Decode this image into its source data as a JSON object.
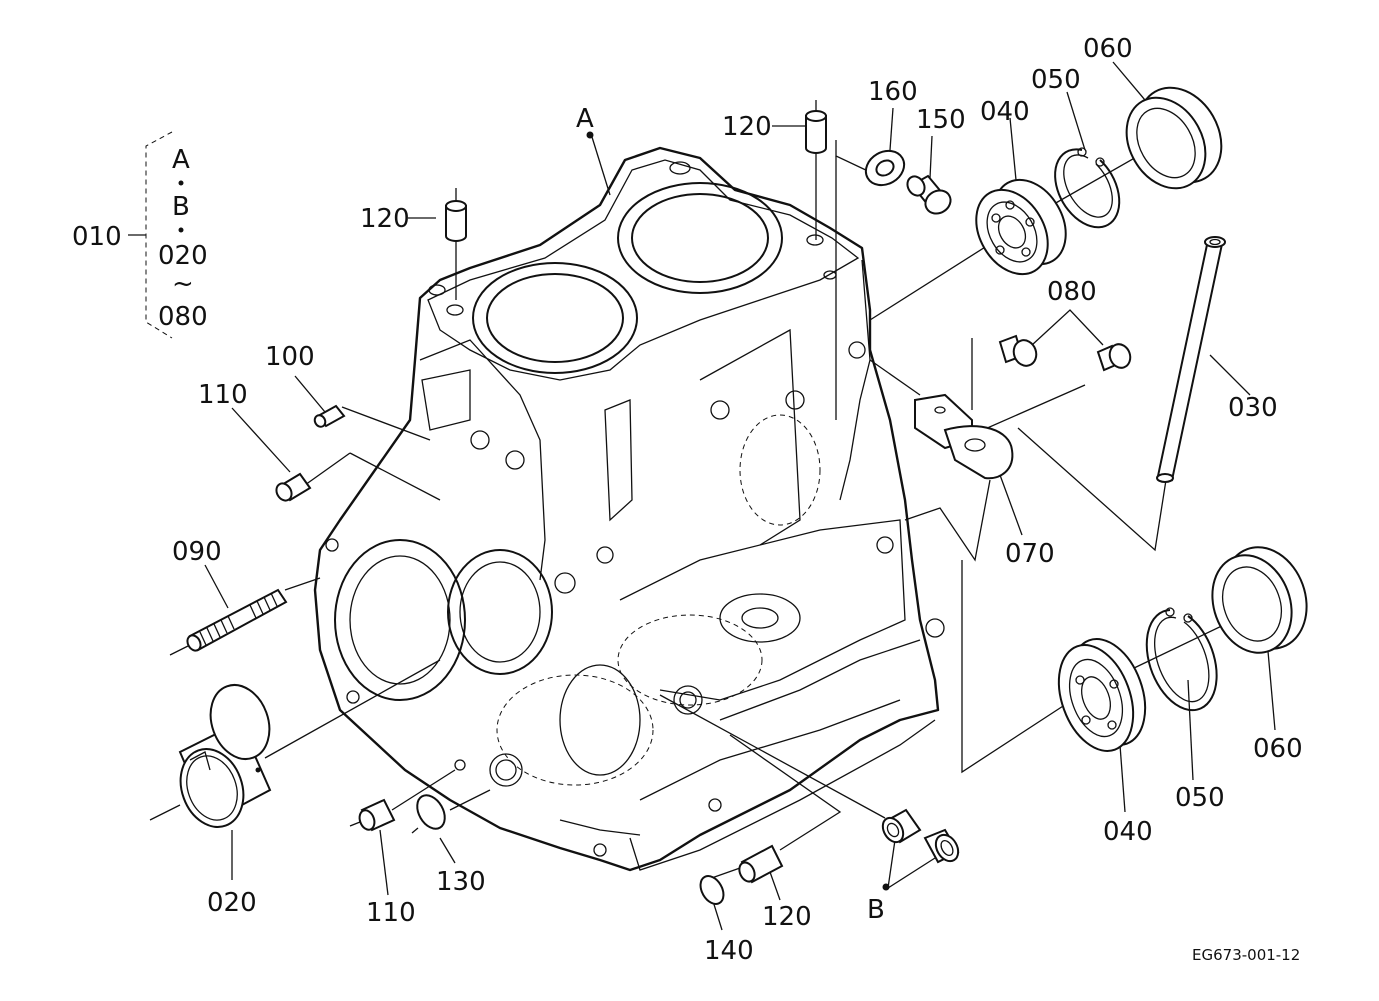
{
  "diagram": {
    "group_label": "010",
    "group_items": [
      "A",
      "B",
      "020",
      "~",
      "080"
    ],
    "labels": {
      "p010": "010",
      "p020": "020",
      "p030": "030",
      "p040_top": "040",
      "p040_bottom": "040",
      "p050_top": "050",
      "p050_bottom": "050",
      "p060_top": "060",
      "p060_bottom": "060",
      "p070": "070",
      "p080": "080",
      "p090": "090",
      "p100": "100",
      "p110_top": "110",
      "p110_bottom": "110",
      "p120_left": "120",
      "p120_top": "120",
      "p120_bottom": "120",
      "p130": "130",
      "p140": "140",
      "p150": "150",
      "p160": "160",
      "ref_a": "A",
      "ref_b": "B"
    },
    "drawing_code": "EG673-001-12"
  }
}
